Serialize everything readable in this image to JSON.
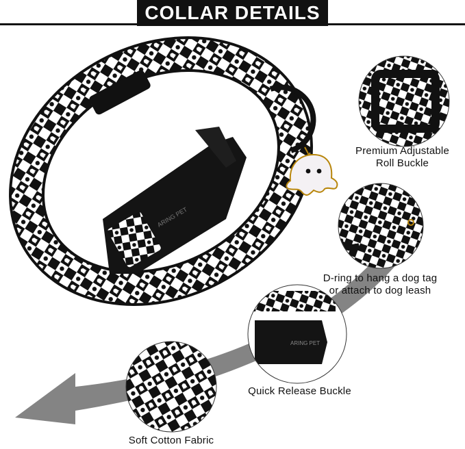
{
  "header": {
    "title": "COLLAR DETAILS"
  },
  "brand": {
    "logo_text": "ARING PET"
  },
  "features": [
    {
      "line1": "Premium Adjustable",
      "line2": "Roll Buckle"
    },
    {
      "line1": "D-ring to hang a dog tag",
      "line2": "or attach to dog leash"
    },
    {
      "line1": "Quick Release Buckle",
      "line2": ""
    },
    {
      "line1": "Soft Cotton Fabric",
      "line2": ""
    }
  ],
  "colors": {
    "black": "#111111",
    "white": "#ffffff",
    "arrow": "#6e6e6e",
    "gold": "#b8860b"
  }
}
